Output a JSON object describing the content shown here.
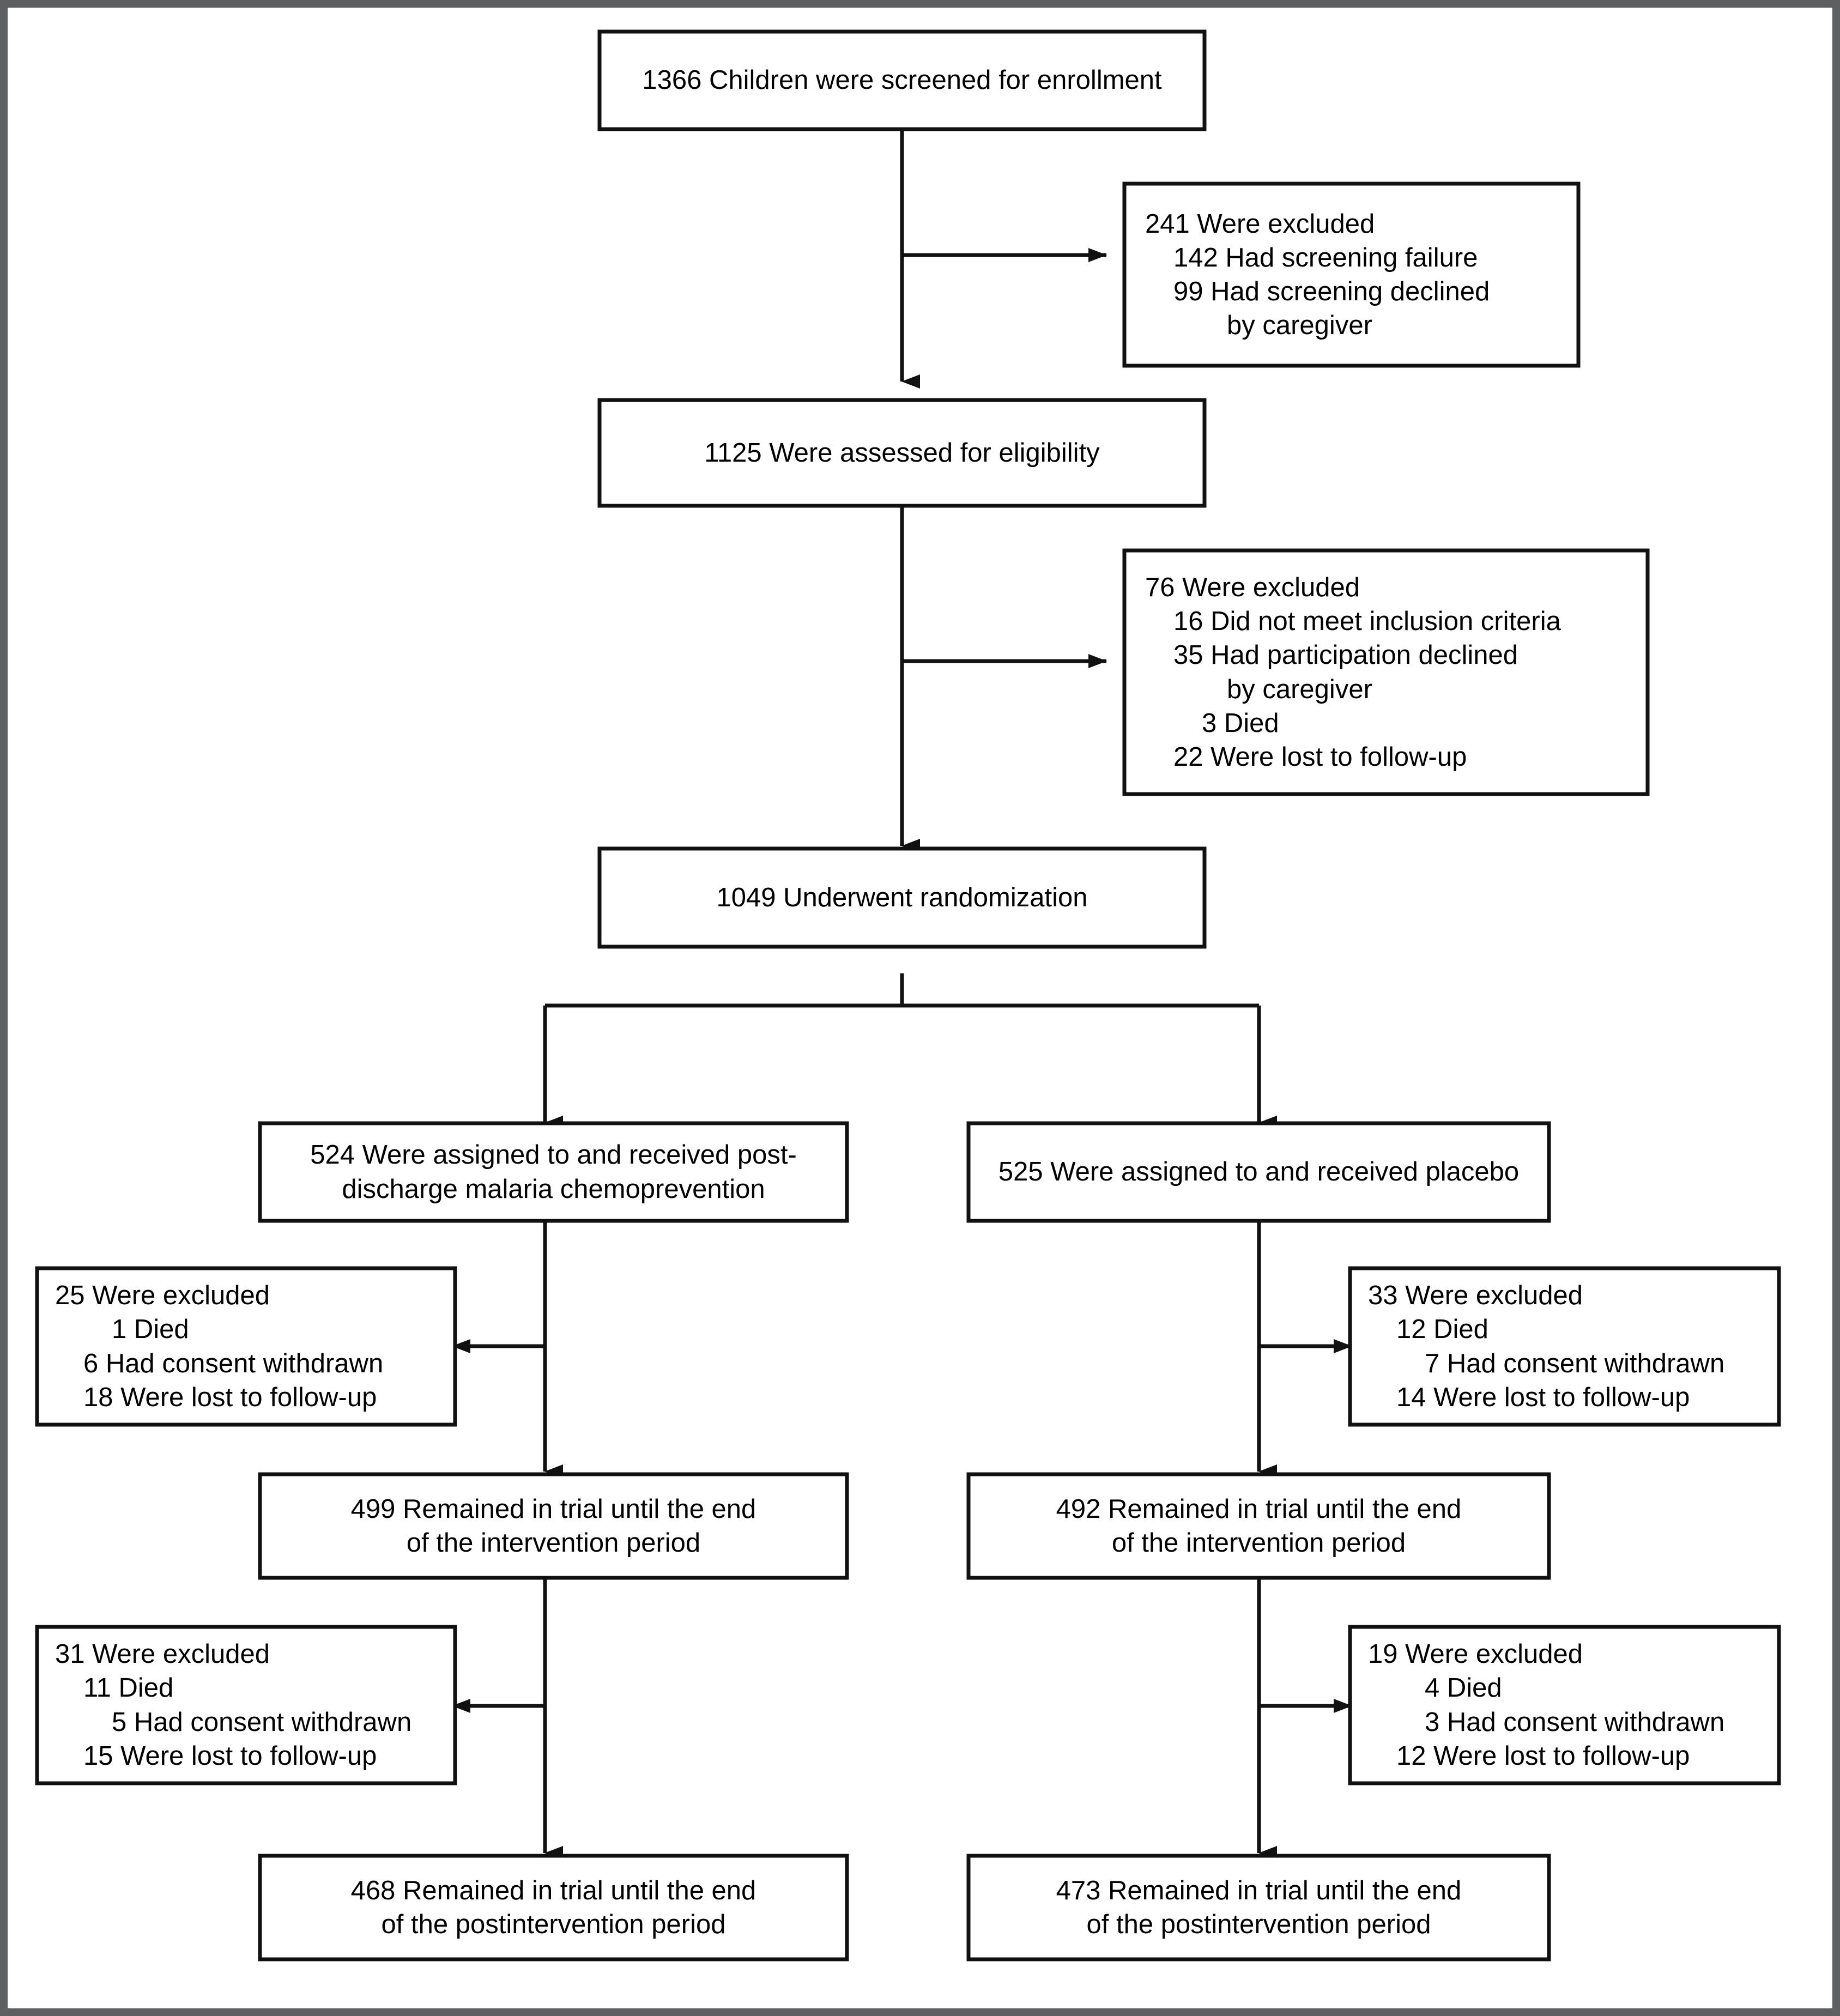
{
  "figure": {
    "type": "consort-flow-diagram",
    "title": "CONSORT participant flow diagram",
    "frame_color": "#5d5f61",
    "box_border_color": "#1a1a1a",
    "background": "#ffffff"
  },
  "nodes": {
    "screened": {
      "id": "screened",
      "lines": [
        "1366 Children were screened for enrollment"
      ],
      "count": 1366
    },
    "excluded_screening": {
      "id": "excluded-screening",
      "lines": [
        "241 Were excluded",
        "142 Had screening failure",
        "99 Had screening declined",
        "by caregiver"
      ],
      "indents": [
        1,
        2,
        2,
        3
      ],
      "count": 241,
      "reasons": [
        {
          "n": 142,
          "text": "Had screening failure"
        },
        {
          "n": 99,
          "text": "Had screening declined by caregiver"
        }
      ]
    },
    "assessed": {
      "id": "assessed-eligibility",
      "lines": [
        "1125 Were assessed for eligibility"
      ],
      "count": 1125
    },
    "excluded_eligibility": {
      "id": "excluded-eligibility",
      "lines": [
        "76 Were excluded",
        "16 Did not meet inclusion criteria",
        "35 Had participation declined",
        "by caregiver",
        "3 Died",
        "22 Were lost to follow-up"
      ],
      "indents": [
        1,
        2,
        2,
        3,
        2,
        2
      ],
      "count": 76,
      "reasons": [
        {
          "n": 16,
          "text": "Did not meet inclusion criteria"
        },
        {
          "n": 35,
          "text": "Had participation declined by caregiver"
        },
        {
          "n": 3,
          "text": "Died"
        },
        {
          "n": 22,
          "text": "Were lost to follow-up"
        }
      ]
    },
    "randomized": {
      "id": "randomized",
      "lines": [
        "1049 Underwent randomization"
      ],
      "count": 1049
    },
    "arm_left_assigned": {
      "id": "assigned-pdmc",
      "lines": [
        "524 Were assigned to and received post-",
        "discharge malaria chemoprevention"
      ],
      "count": 524
    },
    "arm_right_assigned": {
      "id": "assigned-placebo",
      "lines": [
        "525 Were assigned to and received placebo"
      ],
      "count": 525
    },
    "left_excluded_1": {
      "id": "left-excluded-intervention",
      "lines": [
        "25 Were excluded",
        "1 Died",
        "6 Had consent withdrawn",
        "18 Were lost to follow-up"
      ],
      "indents": [
        1,
        3,
        2,
        2
      ],
      "count": 25,
      "reasons": [
        {
          "n": 1,
          "text": "Died"
        },
        {
          "n": 6,
          "text": "Had consent withdrawn"
        },
        {
          "n": 18,
          "text": "Were lost to follow-up"
        }
      ]
    },
    "right_excluded_1": {
      "id": "right-excluded-intervention",
      "lines": [
        "33 Were excluded",
        "12 Died",
        "7 Had consent withdrawn",
        "14 Were lost to follow-up"
      ],
      "indents": [
        1,
        2,
        3,
        2
      ],
      "count": 33,
      "reasons": [
        {
          "n": 12,
          "text": "Died"
        },
        {
          "n": 7,
          "text": "Had consent withdrawn"
        },
        {
          "n": 14,
          "text": "Were lost to follow-up"
        }
      ]
    },
    "left_remained_1": {
      "id": "left-remained-intervention",
      "lines": [
        "499 Remained in trial until the end",
        "of the intervention period"
      ],
      "count": 499
    },
    "right_remained_1": {
      "id": "right-remained-intervention",
      "lines": [
        "492 Remained in trial until the end",
        "of the intervention period"
      ],
      "count": 492
    },
    "left_excluded_2": {
      "id": "left-excluded-postintervention",
      "lines": [
        "31 Were excluded",
        "11 Died",
        "5 Had consent withdrawn",
        "15 Were lost to follow-up"
      ],
      "indents": [
        1,
        2,
        3,
        2
      ],
      "count": 31,
      "reasons": [
        {
          "n": 11,
          "text": "Died"
        },
        {
          "n": 5,
          "text": "Had consent withdrawn"
        },
        {
          "n": 15,
          "text": "Were lost to follow-up"
        }
      ]
    },
    "right_excluded_2": {
      "id": "right-excluded-postintervention",
      "lines": [
        "19 Were excluded",
        "4 Died",
        "3 Had consent withdrawn",
        "12 Were lost to follow-up"
      ],
      "indents": [
        1,
        3,
        3,
        2
      ],
      "count": 19,
      "reasons": [
        {
          "n": 4,
          "text": "Died"
        },
        {
          "n": 3,
          "text": "Had consent withdrawn"
        },
        {
          "n": 12,
          "text": "Were lost to follow-up"
        }
      ]
    },
    "left_remained_2": {
      "id": "left-remained-postintervention",
      "lines": [
        "468 Remained in trial until the end",
        "of the postintervention period"
      ],
      "count": 468
    },
    "right_remained_2": {
      "id": "right-remained-postintervention",
      "lines": [
        "473 Remained in trial until the end",
        "of the postintervention period"
      ],
      "count": 473
    }
  }
}
